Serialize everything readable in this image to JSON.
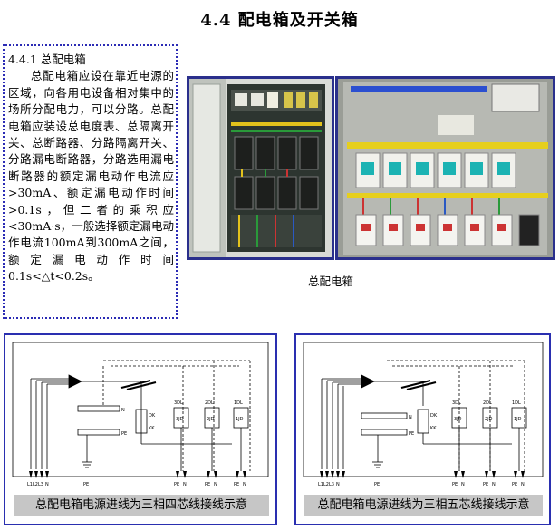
{
  "page": {
    "title": "4.4 配电箱及开关箱"
  },
  "text_box": {
    "heading": "4.4.1 总配电箱",
    "paragraph": "总配电箱应设在靠近电源的区域，向各用电设备相对集中的场所分配电力，可以分路。总配电箱应装设总电度表、总隔离开关、总断路器、分路隔离开关、分路漏电断路器，分路选用漏电断路器的额定漏电动作电流应>30mA、额定漏电动作时间>0.1s，但二者的乘积应<30mA·s，一般选择额定漏电动作电流100mA到300mA之间，额定漏电动作时间0.1s<△t<0.2s。"
  },
  "photos": {
    "caption": "总配电箱"
  },
  "diagrams": {
    "left": {
      "caption": "总配电箱电源进线为三相四芯线接线示意",
      "labels": {
        "input_terminals": [
          "L1",
          "L2",
          "L3",
          "N"
        ],
        "ground": "PE",
        "n_bar": "N",
        "pe_bar": "PE",
        "main_breaker": "DK",
        "main_switch": "KK",
        "branch_breakers": [
          "3DL",
          "2DL",
          "1DL"
        ],
        "branch_units": [
          "3JD",
          "2JD",
          "1JD"
        ],
        "outputs": [
          "PE",
          "N",
          "PE",
          "N",
          "PE",
          "N"
        ]
      }
    },
    "right": {
      "caption": "总配电箱电源进线为三相五芯线接线示意",
      "labels": {
        "input_terminals": [
          "L1",
          "L2",
          "L3",
          "N"
        ],
        "ground": "PE",
        "n_bar": "N",
        "pe_bar": "PE",
        "main_breaker": "DK",
        "main_switch": "KK",
        "branch_breakers": [
          "3DL",
          "2DL",
          "1DL"
        ],
        "branch_units": [
          "3JD",
          "2JD",
          "1JD"
        ],
        "outputs": [
          "PE",
          "N",
          "PE",
          "N",
          "PE",
          "N"
        ]
      }
    }
  },
  "colors": {
    "frame_blue": "#2a2f8c",
    "caption_gray": "#c6c6c6",
    "dotted_border": "#2b2bb5"
  }
}
